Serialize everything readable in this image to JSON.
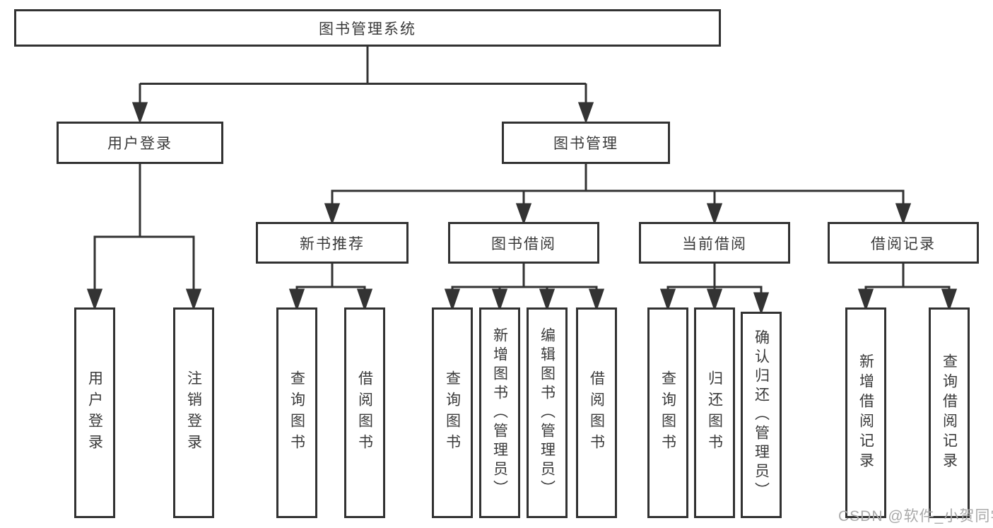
{
  "tree": {
    "root": {
      "label": "图书管理系统"
    },
    "children": [
      {
        "label": "用户登录",
        "children": [
          {
            "label": "用户登录"
          },
          {
            "label": "注销登录"
          }
        ]
      },
      {
        "label": "图书管理",
        "children": [
          {
            "label": "新书推荐",
            "children": [
              {
                "label": "查询图书"
              },
              {
                "label": "借阅图书"
              }
            ]
          },
          {
            "label": "图书借阅",
            "children": [
              {
                "label": "查询图书"
              },
              {
                "label": "新增图书（管理员）"
              },
              {
                "label": "编辑图书（管理员）"
              },
              {
                "label": "借阅图书"
              }
            ]
          },
          {
            "label": "当前借阅",
            "children": [
              {
                "label": "查询图书"
              },
              {
                "label": "归还图书"
              },
              {
                "label": "确认归还（管理员）"
              }
            ]
          },
          {
            "label": "借阅记录",
            "children": [
              {
                "label": "新增借阅记录"
              },
              {
                "label": "查询借阅记录"
              }
            ]
          }
        ]
      }
    ]
  },
  "watermark": {
    "text": "CSDN @软件_小贺同学"
  },
  "colors": {
    "line": "#333333",
    "box_border": "#323232",
    "text": "#3a3a3a",
    "watermark": "#a9a9a9",
    "background": "#ffffff"
  }
}
